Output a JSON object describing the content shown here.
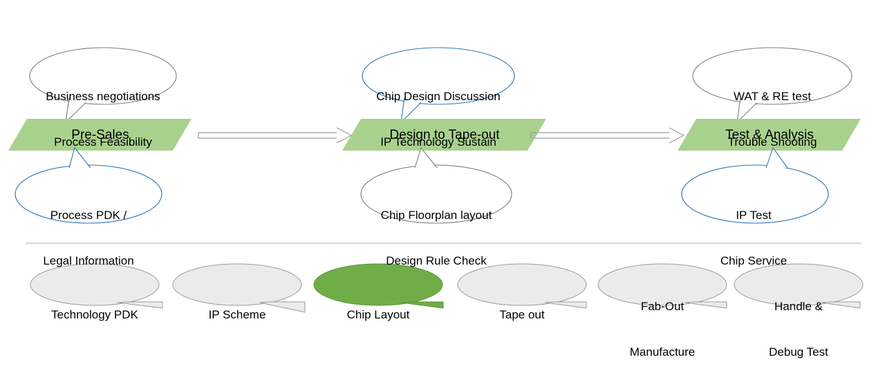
{
  "diagram": {
    "title_present": false,
    "colors": {
      "stage_fill": "#a9d18e",
      "stage_stroke": "#7fa86a",
      "bubble_stroke_blue": "#2e75b6",
      "bubble_stroke_gray": "#7f7f7f",
      "chip_fill_gray": "#ebebeb",
      "chip_fill_green": "#70ad47",
      "chip_stroke": "#9b9b9b",
      "arrow_stroke": "#9b9b9b",
      "divider": "#bfbfbf"
    },
    "stages": [
      {
        "name": "stage-pre-sales",
        "label": "Pre-Sales"
      },
      {
        "name": "stage-design-to-tape-out",
        "label": "Design to Tape-out"
      },
      {
        "name": "stage-test-analysis",
        "label": "Test & Analysis"
      }
    ],
    "arrows": [
      {
        "name": "arrow-pre-sales-to-design"
      },
      {
        "name": "arrow-design-to-test"
      }
    ],
    "bubbles_top": [
      {
        "name": "bubble-pre-sales-top",
        "stroke": "gray",
        "lines": [
          "Business negotiations",
          "Process Feasibility"
        ]
      },
      {
        "name": "bubble-design-top",
        "stroke": "blue",
        "lines": [
          "Chip Design Discussion",
          "IP Technology Sustain"
        ]
      },
      {
        "name": "bubble-test-top",
        "stroke": "gray",
        "lines": [
          "WAT & RE test",
          "Trouble Shooting"
        ]
      }
    ],
    "bubbles_bottom": [
      {
        "name": "bubble-pre-sales-bottom",
        "stroke": "blue",
        "lines": [
          "Process PDK /",
          "Legal Information"
        ]
      },
      {
        "name": "bubble-design-bottom",
        "stroke": "gray",
        "lines": [
          "Chip Floorplan layout",
          "Design Rule Check"
        ]
      },
      {
        "name": "bubble-test-bottom",
        "stroke": "blue",
        "lines": [
          "IP Test",
          "Chip Service"
        ]
      }
    ],
    "chips": [
      {
        "name": "chip-technology-pdk",
        "highlight": false,
        "lines": [
          "Technology PDK"
        ]
      },
      {
        "name": "chip-ip-scheme",
        "highlight": false,
        "lines": [
          "IP Scheme"
        ]
      },
      {
        "name": "chip-chip-layout",
        "highlight": true,
        "lines": [
          "Chip Layout"
        ]
      },
      {
        "name": "chip-tape-out",
        "highlight": false,
        "lines": [
          "Tape out"
        ]
      },
      {
        "name": "chip-fab-out-manufacture",
        "highlight": false,
        "lines": [
          "Fab-Out",
          "Manufacture"
        ]
      },
      {
        "name": "chip-handle-debug-test",
        "highlight": false,
        "lines": [
          "Handle &",
          "Debug Test"
        ]
      }
    ]
  }
}
